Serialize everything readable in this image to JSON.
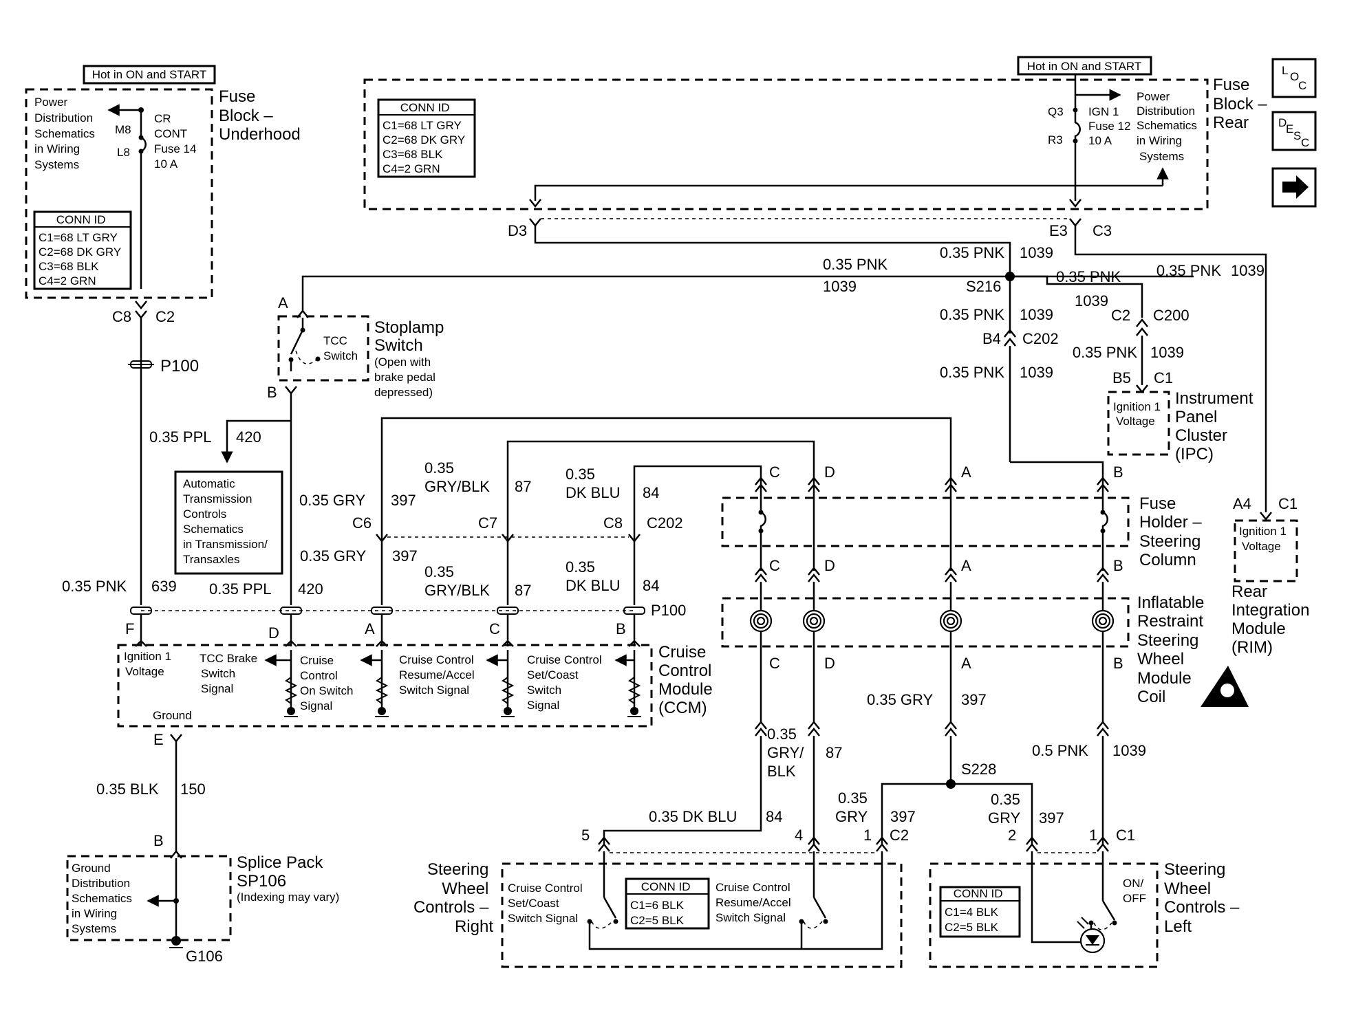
{
  "labels": {
    "hot_left": "Hot in ON and START",
    "hot_right": "Hot in ON and START",
    "fb_under": [
      "Fuse",
      "Block –",
      "Underhood"
    ],
    "fb_rear": [
      "Fuse",
      "Block –",
      "Rear"
    ],
    "pwr_left": [
      "Power",
      "Distribution",
      "Schematics",
      "in Wiring",
      "Systems"
    ],
    "pwr_right": [
      "Power",
      "Distribution",
      "Schematics",
      "in Wiring",
      "Systems"
    ],
    "m8": "M8",
    "l8": "L8",
    "cr_cont": [
      "CR",
      "CONT",
      "Fuse 14",
      "10 A"
    ],
    "q3": "Q3",
    "r3": "R3",
    "ign1": [
      "IGN 1",
      "Fuse 12",
      "10 A"
    ],
    "conn_left": [
      "CONN ID",
      "C1=68 LT GRY",
      "C2=68 DK GRY",
      "C3=68 BLK",
      "C4=2 GRN"
    ],
    "conn_top": [
      "CONN ID",
      "C1=68 LT GRY",
      "C2=68 DK GRY",
      "C3=68 BLK",
      "C4=2 GRN"
    ],
    "conn_swr": [
      "CONN ID",
      "C1=6 BLK",
      "C2=5 BLK"
    ],
    "conn_swl": [
      "CONN ID",
      "C1=4 BLK",
      "C2=5 BLK"
    ],
    "c8": "C8",
    "c2": "C2",
    "p100": "P100",
    "p100b": "P100",
    "d3": "D3",
    "e3": "E3",
    "c3": "C3",
    "w_pnk1": "0.35 PNK",
    "w_1039a": "1039",
    "w_pnk2": "0.35 PNK",
    "w_1039b": "1039",
    "w_pnk3": "0.35 PNK",
    "w_1039c": "1039",
    "w_pnk4": "0.35 PNK",
    "w_1039d": "1039",
    "w_pnk5": "0.35 PNK",
    "w_1039e": "1039",
    "w_pnk6": "0.35 PNK",
    "w_1039f": "1039",
    "w_pnk7": "0.35 PNK",
    "w_1039g": "1039",
    "s216": "S216",
    "c2b": "C2",
    "c200": "C200",
    "b4": "B4",
    "c202": "C202",
    "b5": "B5",
    "c1": "C1",
    "ipc_v": [
      "Ignition 1",
      "Voltage"
    ],
    "ipc": [
      "Instrument",
      "Panel",
      "Cluster",
      "(IPC)"
    ],
    "a_top": "A",
    "b_top": "B",
    "tcc": [
      "TCC",
      "Switch"
    ],
    "stoplamp": [
      "Stoplamp",
      "Switch"
    ],
    "stoplamp_note": [
      "(Open with",
      "brake pedal",
      "depressed)"
    ],
    "ppl": "0.35 PPL",
    "n420": "420",
    "atc": [
      "Automatic",
      "Transmission",
      "Controls",
      "Schematics",
      "in Transmission/",
      "Transaxles"
    ],
    "gry1": "0.35 GRY",
    "n397a": "397",
    "gryblk1": [
      "0.35",
      "GRY/BLK"
    ],
    "n87a": "87",
    "dkblu1": [
      "0.35",
      "DK BLU"
    ],
    "n84a": "84",
    "c6": "C6",
    "c7": "C7",
    "c8b": "C8",
    "c202b": "C202",
    "gry2": "0.35 GRY",
    "n397b": "397",
    "gryblk2": [
      "0.35",
      "GRY/BLK"
    ],
    "n87b": "87",
    "dkblu2": [
      "0.35",
      "DK BLU"
    ],
    "n84b": "84",
    "pnk639": "0.35 PNK",
    "n639": "639",
    "ppl2": "0.35 PPL",
    "n420b": "420",
    "f": "F",
    "d": "D",
    "a": "A",
    "c": "C",
    "b": "B",
    "ccm_ign": [
      "Ignition 1",
      "Voltage"
    ],
    "ccm_tcc": [
      "TCC Brake",
      "Switch",
      "Signal"
    ],
    "ccm_on": [
      "Cruise",
      "Control",
      "On Switch",
      "Signal"
    ],
    "ccm_res": [
      "Cruise Control",
      "Resume/Accel",
      "Switch Signal"
    ],
    "ccm_set": [
      "Cruise Control",
      "Set/Coast",
      "Switch",
      "Signal"
    ],
    "ground": "Ground",
    "ccm": [
      "Cruise",
      "Control",
      "Module",
      "(CCM)"
    ],
    "e": "E",
    "blk150": "0.35 BLK",
    "n150": "150",
    "b_sp": "B",
    "gnd_dist": [
      "Ground",
      "Distribution",
      "Schematics",
      "in Wiring",
      "Systems"
    ],
    "splice": [
      "Splice Pack",
      "SP106"
    ],
    "splice_note": "(Indexing may vary)",
    "g106": "G106",
    "col_c": "C",
    "col_d": "D",
    "col_a": "A",
    "col_b": "B",
    "col_c2": "C",
    "col_d2": "D",
    "col_a2": "A",
    "col_b2": "B",
    "col_c3": "C",
    "col_d3": "D",
    "col_a3": "A",
    "col_b3": "B",
    "fuse_holder": [
      "Fuse",
      "Holder –",
      "Steering",
      "Column"
    ],
    "coil": [
      "Inflatable",
      "Restraint",
      "Steering",
      "Wheel",
      "Module",
      "Coil"
    ],
    "a4": "A4",
    "c1b": "C1",
    "rim_v": [
      "Ignition 1",
      "Voltage"
    ],
    "rim": [
      "Rear",
      "Integration",
      "Module",
      "(RIM)"
    ],
    "gry397": "0.35 GRY",
    "n397c": "397",
    "gryblk3": [
      "0.35",
      "GRY/",
      "BLK"
    ],
    "n87c": "87",
    "pnk05": "0.5 PNK",
    "n1039h": "1039",
    "s228": "S228",
    "dkblu3": "0.35 DK BLU",
    "n84c": "84",
    "gry3": [
      "0.35",
      "GRY"
    ],
    "n397d": "397",
    "gry4": [
      "0.35",
      "GRY"
    ],
    "n397e": "397",
    "p5": "5",
    "p4": "4",
    "p1": "1",
    "c2c": "C2",
    "p2": "2",
    "p1b": "1",
    "c1c": "C1",
    "swr_set": [
      "Cruise Control",
      "Set/Coast",
      "Switch Signal"
    ],
    "swr_res": [
      "Cruise Control",
      "Resume/Accel",
      "Switch Signal"
    ],
    "swr": [
      "Steering",
      "Wheel",
      "Controls –",
      "Right"
    ],
    "swl": [
      "Steering",
      "Wheel",
      "Controls –",
      "Left"
    ],
    "onoff": [
      "ON/",
      "OFF"
    ],
    "loc": [
      "L",
      "O",
      "C"
    ],
    "desc": [
      "D",
      "E",
      "S",
      "C"
    ]
  }
}
